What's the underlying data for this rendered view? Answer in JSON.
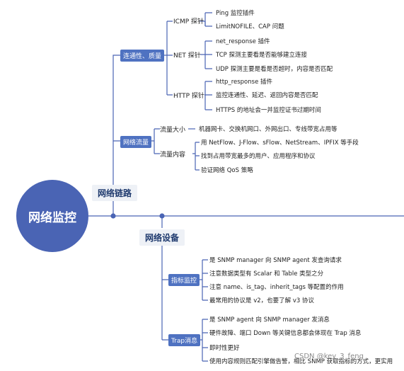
{
  "root": "网络监控",
  "branches": {
    "link": {
      "label": "网络链路",
      "connectivity": {
        "label": "连通性、质量",
        "icmp": {
          "label": "ICMP 探针",
          "items": [
            "Ping 监控插件",
            "LimitNOFILE、CAP 问题"
          ]
        },
        "net": {
          "label": "NET 探针",
          "items": [
            "net_response 插件",
            "TCP 探测主要看是否能够建立连接",
            "UDP 探测主要是看是否超时，内容是否匹配"
          ]
        },
        "http": {
          "label": "HTTP 探针",
          "items": [
            "http_response 插件",
            "监控连通性、延迟、返回内容是否匹配",
            "HTTPS 的地址会一并监控证书过期时间"
          ]
        }
      },
      "traffic": {
        "label": "网络流量",
        "size": {
          "label": "流量大小",
          "item": "机器网卡、交换机网口、外网出口、专线带宽占用等"
        },
        "content": {
          "label": "流量内容",
          "items": [
            "用 NetFlow、J-Flow、sFlow、NetStream、IPFIX 等手段",
            "找到占用带宽最多的用户、应用程序和协议",
            "验证网络 QoS 策略"
          ]
        }
      }
    },
    "device": {
      "label": "网络设备",
      "metrics": {
        "label": "指标监控",
        "items": [
          "是 SNMP manager 向 SNMP agent 发查询请求",
          "注意数据类型有 Scalar 和 Table 类型之分",
          "注意 name、is_tag、inherit_tags 等配置的作用",
          "最常用的协议是 v2，也要了解 v3 协议"
        ]
      },
      "trap": {
        "label": "Trap消息",
        "items": [
          "是 SNMP agent 向 SNMP manager 发消息",
          "硬件故障、端口 Down 等关键信息都会体现在 Trap 消息",
          "即时性更好",
          "使用内容规则匹配引擎做告警，相比 SNMP 获取指标的方式，更实用"
        ]
      }
    }
  },
  "watermark": "CSDN @key_3_feng",
  "colors": {
    "root": "#4a64b4",
    "sub": "#4f72c1",
    "line": "#4a64b4"
  }
}
